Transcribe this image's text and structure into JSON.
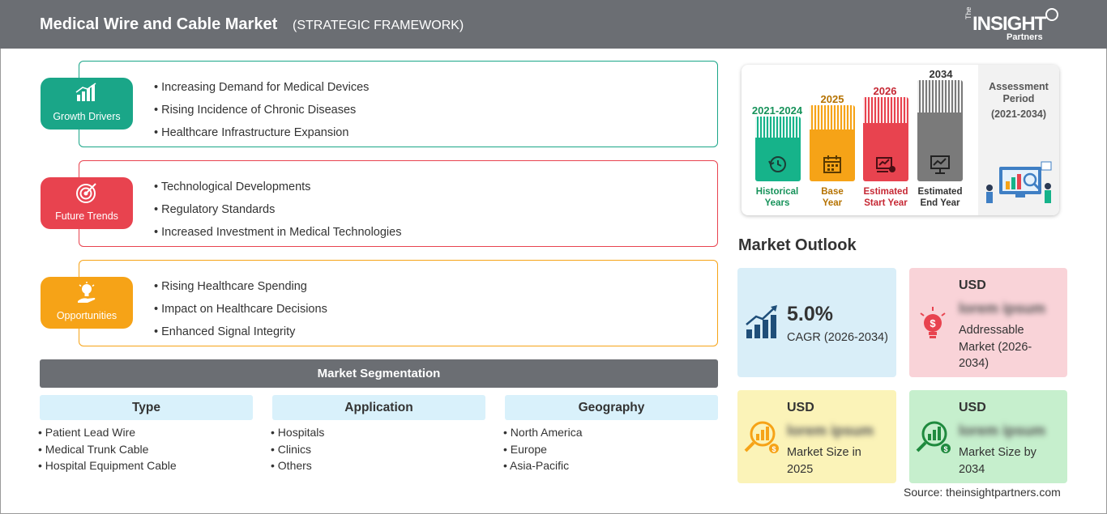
{
  "header": {
    "title": "Medical Wire and Cable Market",
    "subtitle": "(STRATEGIC FRAMEWORK)",
    "logo": {
      "the": "The",
      "main": "INSIGHT",
      "partners": "Partners"
    }
  },
  "framework": [
    {
      "label": "Growth Drivers",
      "color": "#1aa688",
      "icon": "growth-chart-icon",
      "items": [
        "Increasing Demand for Medical Devices",
        "Rising Incidence of Chronic Diseases",
        "Healthcare Infrastructure Expansion"
      ]
    },
    {
      "label": "Future Trends",
      "color": "#e8434f",
      "icon": "target-icon",
      "items": [
        "Technological Developments",
        "Regulatory Standards",
        "Increased Investment in Medical Technologies"
      ]
    },
    {
      "label": "Opportunities",
      "color": "#f6a317",
      "icon": "lightbulb-hand-icon",
      "items": [
        "Rising Healthcare Spending",
        "Impact on Healthcare Decisions",
        "Enhanced Signal Integrity"
      ]
    }
  ],
  "segmentation": {
    "title": "Market Segmentation",
    "columns": [
      {
        "head": "Type",
        "items": [
          "Patient Lead Wire",
          "Medical Trunk Cable",
          "Hospital Equipment Cable"
        ]
      },
      {
        "head": "Application",
        "items": [
          "Hospitals",
          "Clinics",
          "Others"
        ]
      },
      {
        "head": "Geography",
        "items": [
          "North America",
          "Europe",
          "Asia-Pacific"
        ]
      }
    ]
  },
  "timeline": {
    "bars": [
      {
        "year": "2021-2024",
        "caption_1": "Historical",
        "caption_2": "Years",
        "color": "#16b38a",
        "icon": "history-icon"
      },
      {
        "year": "2025",
        "caption_1": "Base",
        "caption_2": "Year",
        "color": "#f6a317",
        "icon": "calendar-icon"
      },
      {
        "year": "2026",
        "caption_1": "Estimated",
        "caption_2": "Start Year",
        "color": "#e8434f",
        "icon": "forecast-icon"
      },
      {
        "year": "2034",
        "caption_1": "Estimated",
        "caption_2": "End Year",
        "color": "#7a7a7a",
        "icon": "presentation-icon"
      }
    ],
    "period_label_1": "Assessment",
    "period_label_2": "Period",
    "period_range": "(2021-2034)"
  },
  "outlook": {
    "title": "Market Outlook",
    "cagr": {
      "value": "5.0%",
      "label": "CAGR (2026-2034)",
      "bg": "#d9eef8"
    },
    "addressable": {
      "usd": "USD",
      "blurred": "lorem ipsum",
      "label_1": "Addressable",
      "label_2": "Market (2026-",
      "label_3": "2034)",
      "bg": "#f9d3d8"
    },
    "size_2025": {
      "usd": "USD",
      "blurred": "lorem ipsum",
      "label_1": "Market Size in",
      "label_2": "2025",
      "bg": "#fbf3b8"
    },
    "size_2034": {
      "usd": "USD",
      "blurred": "lorem ipsum",
      "label_1": "Market Size by",
      "label_2": "2034",
      "bg": "#c6efcd"
    }
  },
  "source": "Source: theinsightpartners.com"
}
